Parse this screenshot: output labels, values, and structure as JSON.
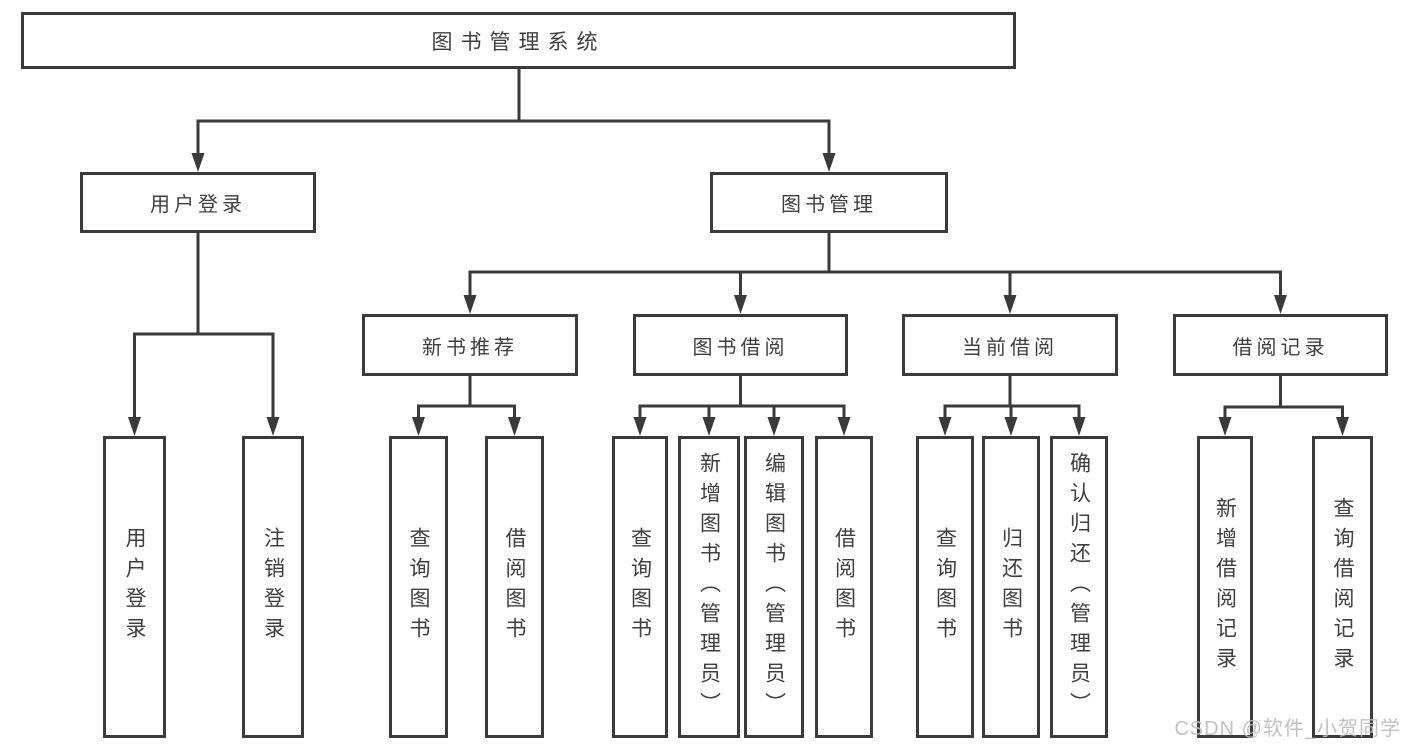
{
  "tree": {
    "root": {
      "label": "图书管理系统"
    },
    "branches": [
      {
        "label": "用户登录",
        "children": [
          {
            "label": "用户登录"
          },
          {
            "label": "注销登录"
          }
        ]
      },
      {
        "label": "图书管理",
        "children": [
          {
            "label": "新书推荐",
            "children": [
              {
                "label": "查询图书"
              },
              {
                "label": "借阅图书"
              }
            ]
          },
          {
            "label": "图书借阅",
            "children": [
              {
                "label": "查询图书"
              },
              {
                "label": "新增图书（管理员）"
              },
              {
                "label": "编辑图书（管理员）"
              },
              {
                "label": "借阅图书"
              }
            ]
          },
          {
            "label": "当前借阅",
            "children": [
              {
                "label": "查询图书"
              },
              {
                "label": "归还图书"
              },
              {
                "label": "确认归还（管理员）"
              }
            ]
          },
          {
            "label": "借阅记录",
            "children": [
              {
                "label": "新增借阅记录"
              },
              {
                "label": "查询借阅记录"
              }
            ]
          }
        ]
      }
    ]
  },
  "watermark": {
    "text": "CSDN @软件_小贺同学"
  },
  "colors": {
    "line": "#3a3a3a",
    "box_border": "#3a3a3a",
    "text": "#3f3f3f",
    "watermark": "#bcbcbc",
    "background": "#ffffff"
  }
}
